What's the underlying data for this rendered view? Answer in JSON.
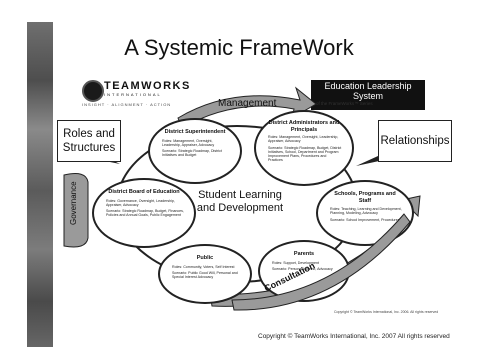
{
  "title": "A Systemic FrameWork",
  "logo": {
    "name": "TEAMWORKS",
    "sub": "INTERNATIONAL",
    "tagline": "INSIGHT · ALIGNMENT · ACTION"
  },
  "education_box": {
    "line1": "Education Leadership",
    "line2": "System",
    "series": "of the FrameWorks™ Series"
  },
  "callouts": {
    "roles": "Roles and Structures",
    "relationships": "Relationships"
  },
  "arrows": {
    "management": "Management",
    "governance": "Governance",
    "consultation": "Consultation"
  },
  "center": "Student Learning and Development",
  "nodes": {
    "superintendent": {
      "title": "District Superintendent",
      "roles_label": "Roles:",
      "roles": "Management, Oversight, Leadership, Appraiser, Advocacy",
      "scenario": "Scenario: Strategic Roadmap, District Initiatives and Budget"
    },
    "administrators": {
      "title": "District Administrators and Principals",
      "roles_label": "Roles:",
      "roles": "Management, Oversight, Leadership, Appraiser, Advocacy",
      "scenario": "Scenario: Strategic Roadmap, Budget, District Initiatives, School, Department and Program Improvement Plans, Procedures and Practices"
    },
    "board": {
      "title": "District Board of Education",
      "roles_label": "Roles:",
      "roles": "Governance, Oversight, Leadership, Appraiser, Advocacy",
      "scenario": "Scenario: Strategic Roadmap, Budget, Finances, Policies and Annual Goals, Public Engagement"
    },
    "schools": {
      "title": "Schools, Programs and Staff",
      "roles_label": "Roles:",
      "roles": "Teaching, Learning and Development, Planning, Modeling, Advocacy",
      "scenario": "Scenario: School Improvement, Procedures"
    },
    "public": {
      "title": "Public",
      "roles_label": "Roles:",
      "roles": "Community, Voters, Self Interest",
      "scenario": "Scenario: Public Good Will, Personal and Special Interest Advocacy"
    },
    "parents": {
      "title": "Parents",
      "roles_label": "Roles:",
      "roles": "Support, Development",
      "scenario": "Scenario: Personal Interest, Advocacy"
    }
  },
  "copyright_small": "Copyright © TeamWorks International, Inc. 2006. All rights reserved",
  "footer": "Copyright © TeamWorks International, Inc. 2007 All rights reserved"
}
